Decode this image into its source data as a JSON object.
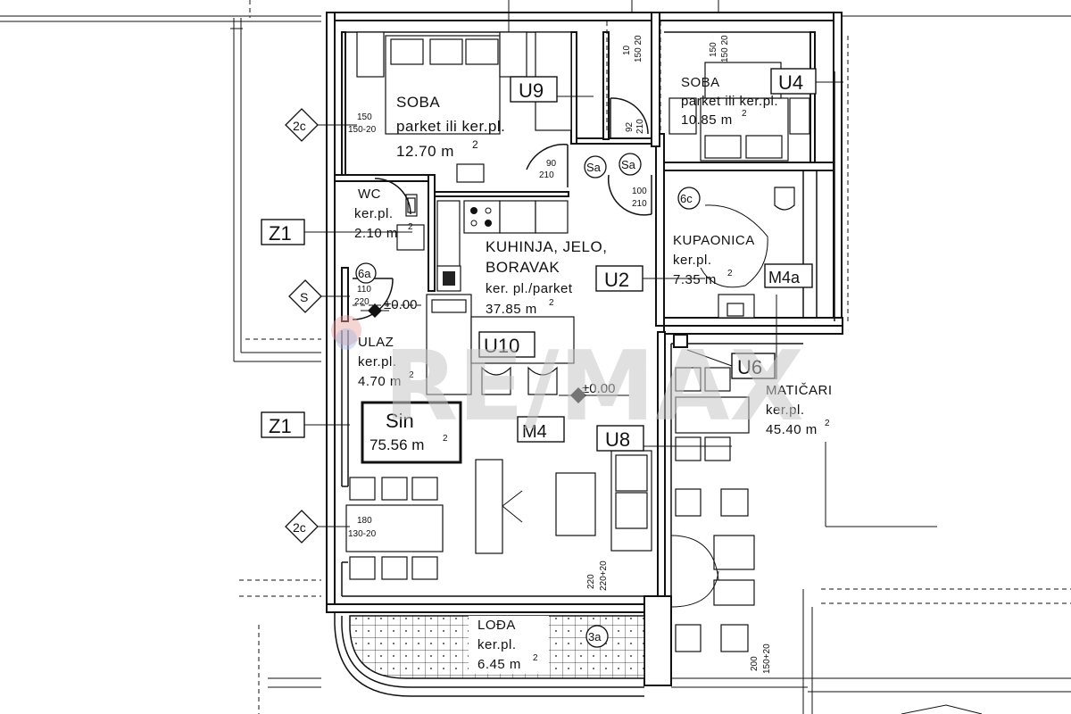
{
  "rooms": {
    "soba_left": {
      "name": "SOBA",
      "floor": "parket ili ker.pl.",
      "area": "12.70 m",
      "sup": "2"
    },
    "soba_right": {
      "name": "SOBA",
      "floor": "parket ili ker.pl.",
      "area": "10.85 m",
      "sup": "2"
    },
    "wc": {
      "name": "WC",
      "floor": "ker.pl.",
      "area": "2.10 m",
      "sup": "2"
    },
    "kuhinja": {
      "name_line1": "KUHINJA, JELO,",
      "name_line2": "BORAVAK",
      "floor": "ker. pl./parket",
      "area": "37.85 m",
      "sup": "2"
    },
    "kupaonica": {
      "name": "KUPAONICA",
      "floor": "ker.pl.",
      "area": "7.35 m",
      "sup": "2"
    },
    "ulaz": {
      "name": "ULAZ",
      "floor": "ker.pl.",
      "area": "4.70 m",
      "sup": "2"
    },
    "maticari": {
      "name": "MATIČARI",
      "floor": "ker.pl.",
      "area": "45.40 m",
      "sup": "2"
    },
    "loda": {
      "name": "LOĐA",
      "floor": "ker.pl.",
      "area": "6.45 m",
      "sup": "2"
    }
  },
  "unit": {
    "name": "Sin",
    "area": "75.56 m",
    "sup": "2"
  },
  "codes": {
    "u9": "U9",
    "u4": "U4",
    "u2": "U2",
    "u10": "U10",
    "u6": "U6",
    "u8": "U8",
    "m4": "M4",
    "m4a": "M4a",
    "z1_top": "Z1",
    "z1_bottom": "Z1"
  },
  "markers": {
    "c2_top": "2c",
    "c2_bottom": "2c",
    "s": "S",
    "sa1": "Sa",
    "sa2": "Sa",
    "c6": "6c",
    "a6": "6a",
    "a3": "3a"
  },
  "levels": {
    "entrance": "±0.00",
    "kitchen": "±0.00"
  },
  "dims": {
    "win_left_top": "150",
    "win_left_bottom": "150-20",
    "door_sa_a": "90",
    "door_sa_b": "210",
    "door_6c_a": "100",
    "door_6c_b": "210",
    "door_ulaz_a": "110",
    "door_ulaz_b": "220",
    "win_top_mid_a": "10",
    "win_top_mid_b": "150 20",
    "win_top_right_a": "150",
    "win_top_right_b": "150 20",
    "door_mid_a": "92",
    "door_mid_b": "210",
    "win_bottom_left_a": "180",
    "win_bottom_left_b": "130-20",
    "door_loda_a": "220",
    "door_loda_b": "220+20",
    "win_bottom_right_a": "200",
    "win_bottom_right_b": "150+20"
  },
  "watermark": "RE/MAX"
}
